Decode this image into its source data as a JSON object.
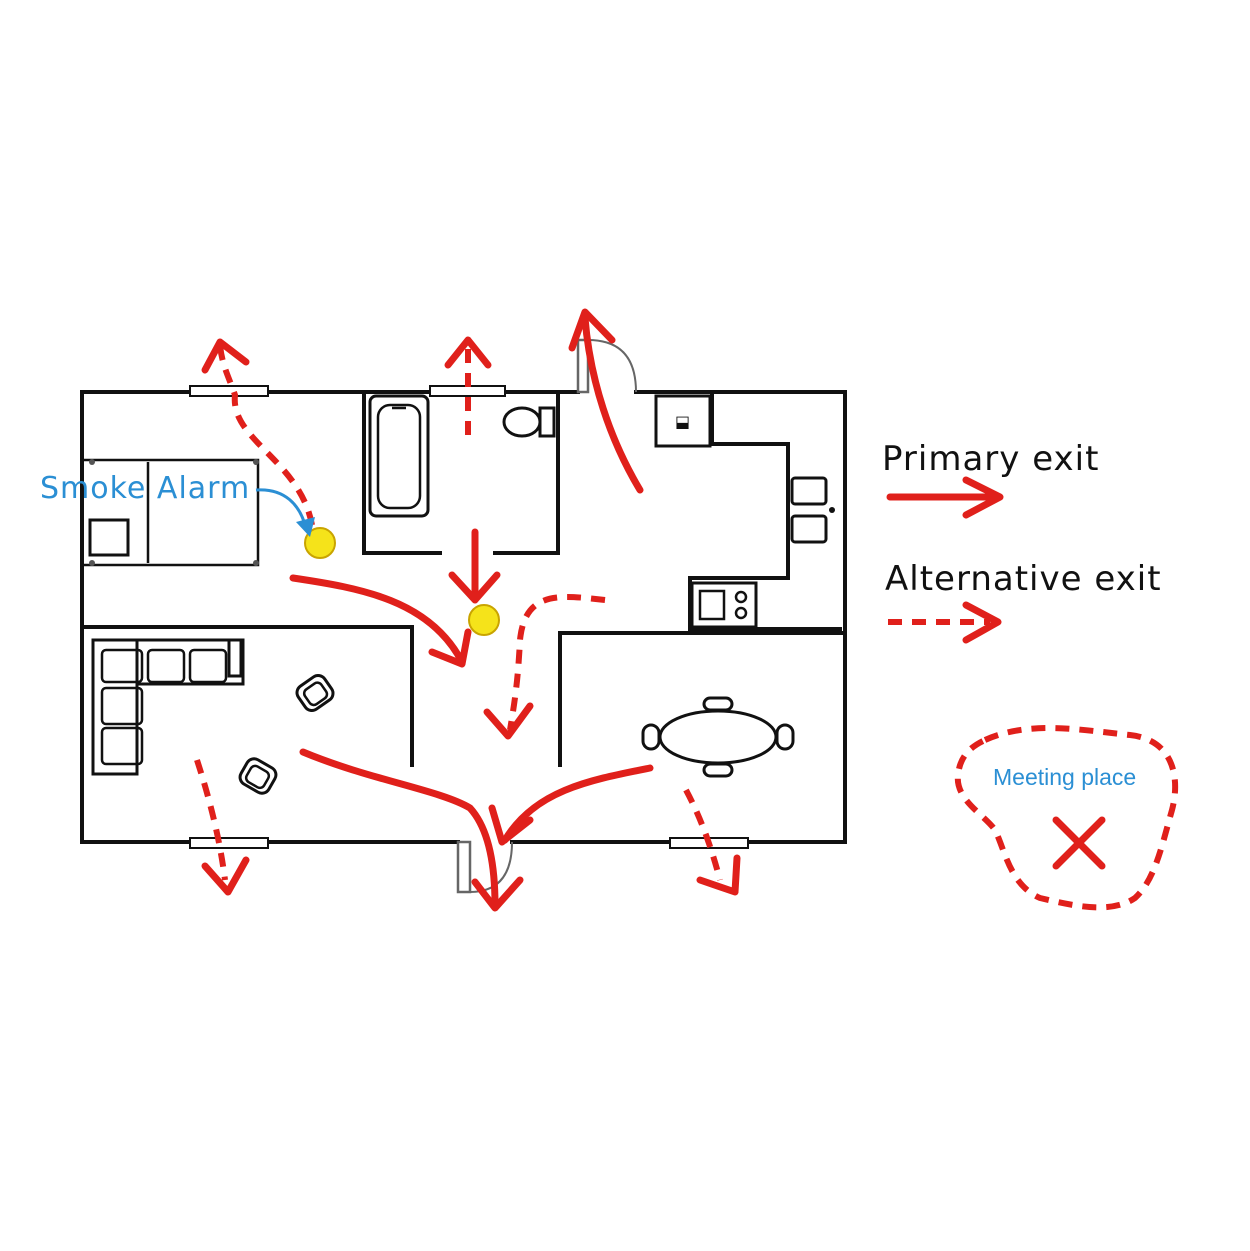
{
  "diagram": {
    "labels": {
      "smoke_alarm": "Smoke Alarm",
      "primary_exit": "Primary exit",
      "alternative_exit": "Alternative exit",
      "meeting_place": "Meeting place",
      "meeting_mark": "X"
    },
    "colors": {
      "route": "#e0201b",
      "alarm_fill": "#f5e31a",
      "alarm_stroke": "#c9a400",
      "callout": "#2b8fd4",
      "wall": "#111111",
      "legend_text": "#111111"
    },
    "icons": {
      "smoke_alarm": "yellow-circle",
      "route_arrow": "arrow-right"
    }
  }
}
